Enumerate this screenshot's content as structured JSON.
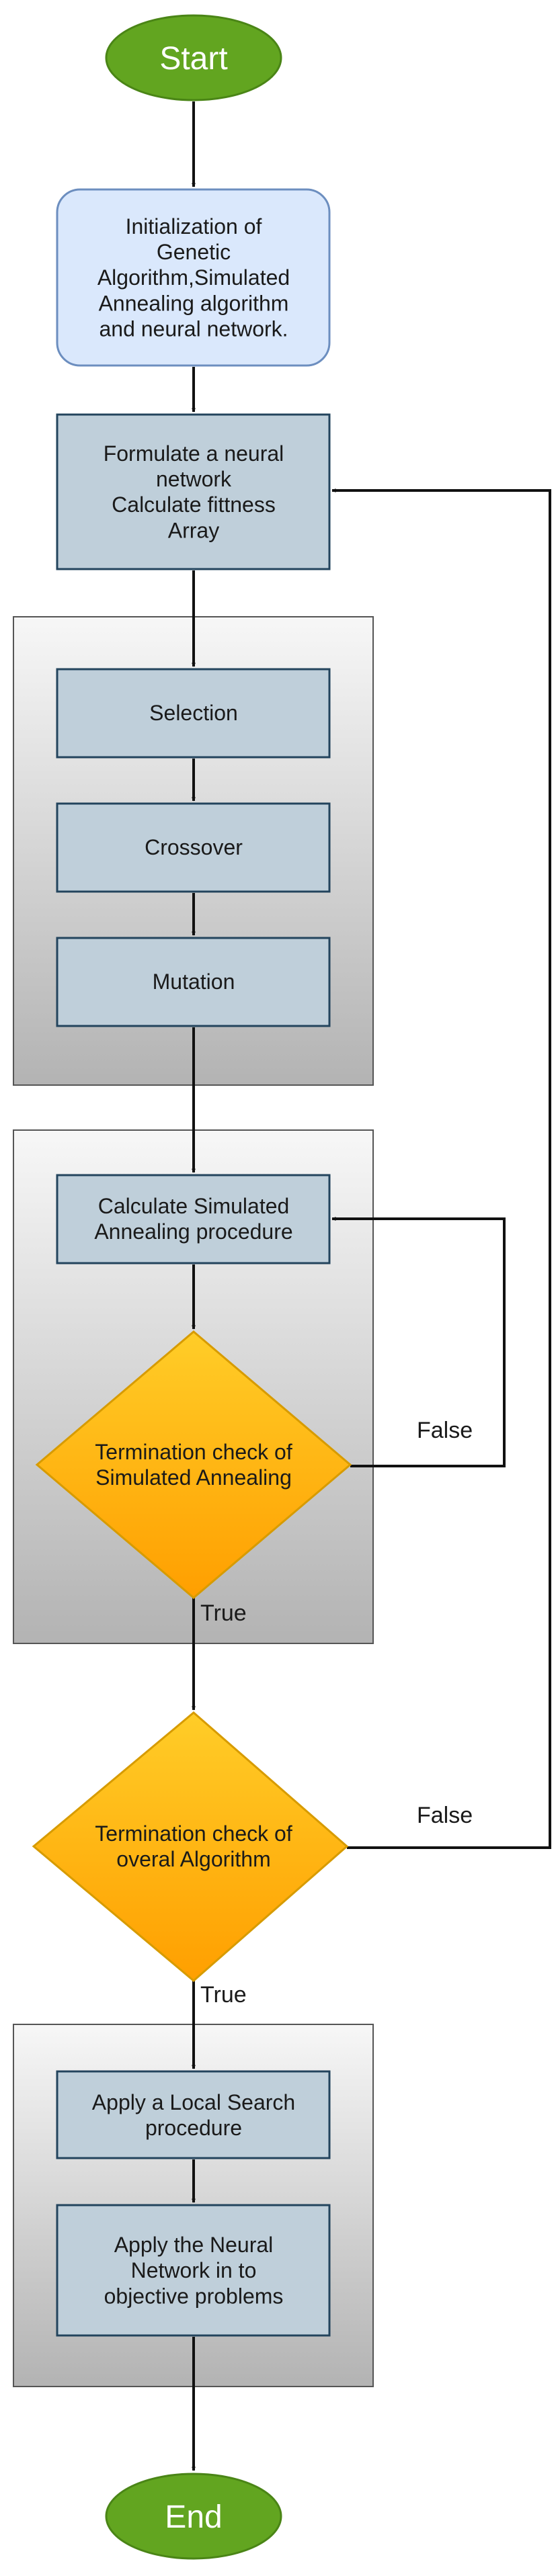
{
  "colors": {
    "terminal_fill": "#62a520",
    "terminal_stroke": "#4a8516",
    "init_fill": "#dae8fc",
    "init_stroke": "#6c8ebf",
    "process_fill": "#bfcfda",
    "process_stroke": "#23445d",
    "decision_top": "#ffcd28",
    "decision_bottom": "#ff9f00",
    "decision_stroke": "#d79b00",
    "group_top": "#f7f7f7",
    "group_bottom": "#b3b3b3",
    "group_stroke": "#555555",
    "connector": "#111111"
  },
  "nodes": {
    "start": {
      "lines": [
        "Start"
      ]
    },
    "init": {
      "lines": [
        "Initialization of",
        "Genetic",
        "Algorithm,Simulated",
        "Annealing algorithm",
        "and neural network."
      ]
    },
    "formulate": {
      "lines": [
        "Formulate a neural",
        "network",
        "Calculate fittness",
        "Array"
      ]
    },
    "selection": {
      "lines": [
        "Selection"
      ]
    },
    "crossover": {
      "lines": [
        "Crossover"
      ]
    },
    "mutation": {
      "lines": [
        "Mutation"
      ]
    },
    "sa_procedure": {
      "lines": [
        "Calculate Simulated",
        "Annealing procedure"
      ]
    },
    "sa_check": {
      "lines": [
        "Termination check of",
        "Simulated Annealing"
      ]
    },
    "overall_check": {
      "lines": [
        "Termination check of",
        "overal Algorithm"
      ]
    },
    "local_search": {
      "lines": [
        "Apply a Local Search",
        "procedure"
      ]
    },
    "apply_nn": {
      "lines": [
        "Apply the Neural",
        "Network in to",
        "objective problems"
      ]
    },
    "end": {
      "lines": [
        "End"
      ]
    }
  },
  "edge_labels": {
    "sa_false": "False",
    "sa_true": "True",
    "overall_false": "False",
    "overall_true": "True"
  }
}
